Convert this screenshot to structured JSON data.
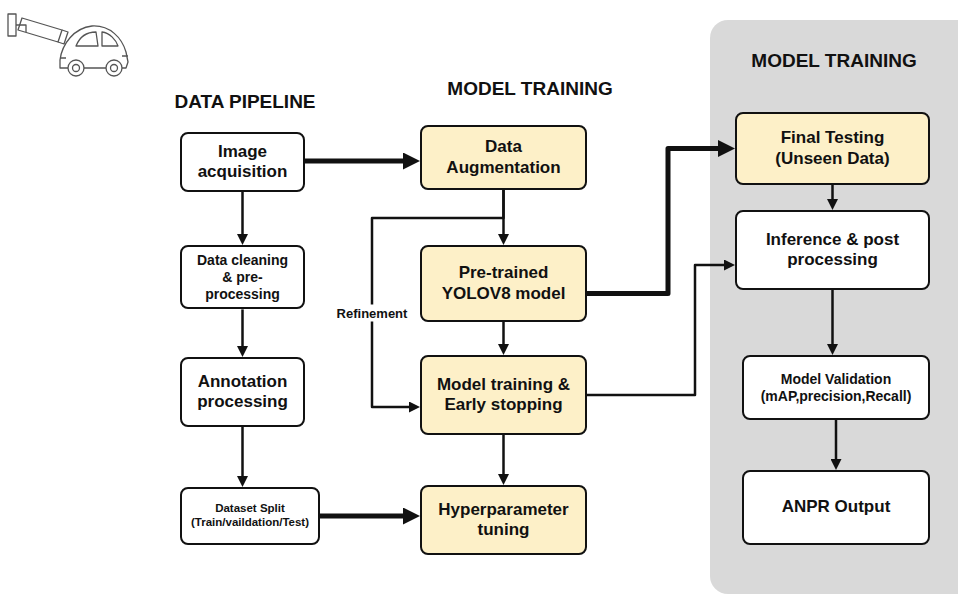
{
  "diagram": {
    "nodes": [
      {
        "text": [
          "Image acquisition"
        ]
      },
      {
        "text": [
          "Data cleaning & pre-processing"
        ]
      },
      {
        "text": [
          "Annotation processing"
        ]
      },
      {
        "text": [
          "Dataset Split (Train/vaildation/Test)"
        ]
      },
      {
        "text": [
          "Data Augmentation"
        ]
      },
      {
        "text": [
          "Pre-trained YOLOV8 model"
        ]
      },
      {
        "text": [
          "Model training & Early stopping"
        ]
      },
      {
        "text": [
          "Hyperparameter tuning"
        ]
      },
      {
        "text": [
          "MODEL TRAINING"
        ]
      },
      {
        "text": [
          "Final Testing (Unseen Data)"
        ],
        "in": 8
      },
      {
        "text": [
          "Inference & post processing"
        ],
        "in": 8
      },
      {
        "text": [
          "Model Validation (mAP,precision,Recall)"
        ],
        "in": 8
      },
      {
        "text": [
          "ANPR Output"
        ],
        "in": 8
      }
    ],
    "edges": [
      {
        "from": 0,
        "to": 1,
        "arrow": "to"
      },
      {
        "from": 1,
        "to": 2,
        "arrow": "to"
      },
      {
        "from": 2,
        "to": 3,
        "arrow": "to"
      },
      {
        "from": 0,
        "to": 4,
        "arrow": "to"
      },
      {
        "from": 3,
        "to": 7,
        "arrow": "to"
      },
      {
        "from": 4,
        "to": 5,
        "arrow": "to"
      },
      {
        "from": 4,
        "to": 6,
        "label": "Refinement",
        "arrow": "to"
      },
      {
        "from": 5,
        "to": 6,
        "arrow": "to"
      },
      {
        "from": 6,
        "to": 7,
        "arrow": "to"
      },
      {
        "from": 5,
        "to": 9,
        "arrow": "to"
      },
      {
        "from": 9,
        "to": 10,
        "arrow": "to"
      },
      {
        "from": 6,
        "to": 10,
        "arrow": "to"
      },
      {
        "from": 10,
        "to": 11,
        "arrow": "to"
      },
      {
        "from": 11,
        "to": 12,
        "arrow": "to"
      }
    ],
    "labels": [
      "DATA PIPELINE",
      "MODEL TRAINING"
    ]
  }
}
